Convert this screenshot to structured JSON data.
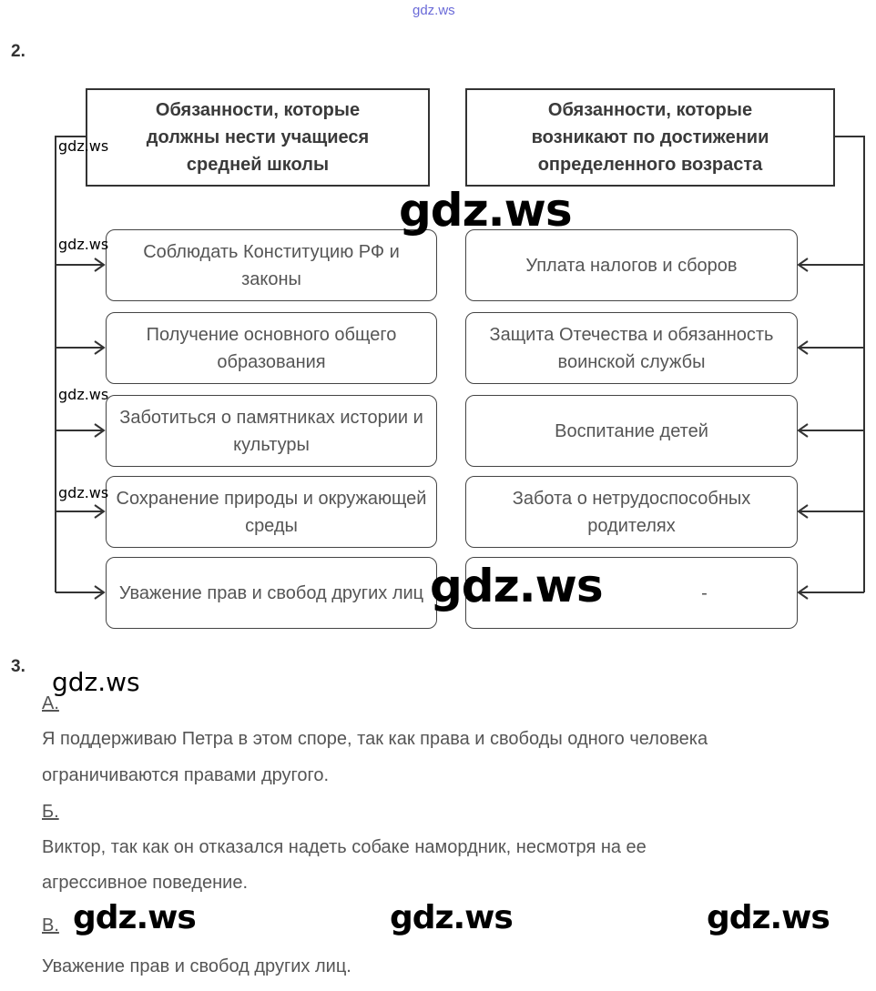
{
  "watermark_top": "gdz.ws",
  "watermark": "gdz.ws",
  "task2": {
    "number": "2.",
    "left_header": "Обязанности, которые должны нести учащиеся средней школы",
    "right_header": "Обязанности, которые возникают по достижении определенного возраста",
    "left_items": [
      "Соблюдать Конституцию РФ и законы",
      "Получение основного общего образования",
      "Заботиться о памятниках истории и культуры",
      "Сохранение природы и окружающей среды",
      "Уважение прав и свобод других лиц"
    ],
    "right_items": [
      "Уплата налогов и сборов",
      "Защита Отечества и обязанность воинской службы",
      "Воспитание детей",
      "Забота о нетрудоспособных родителях",
      "-"
    ]
  },
  "task3": {
    "number": "3.",
    "a_label": "А.",
    "a_text_1": "Я поддерживаю Петра в этом споре, так как права и свободы одного человека",
    "a_text_2": "ограничиваются правами другого.",
    "b_label": "Б.",
    "b_text_1": "Виктор, так как он отказался надеть собаке намордник, несмотря на ее",
    "b_text_2": "агрессивное поведение.",
    "c_label": "В.",
    "c_text": "Уважение прав и свобод других лиц."
  }
}
